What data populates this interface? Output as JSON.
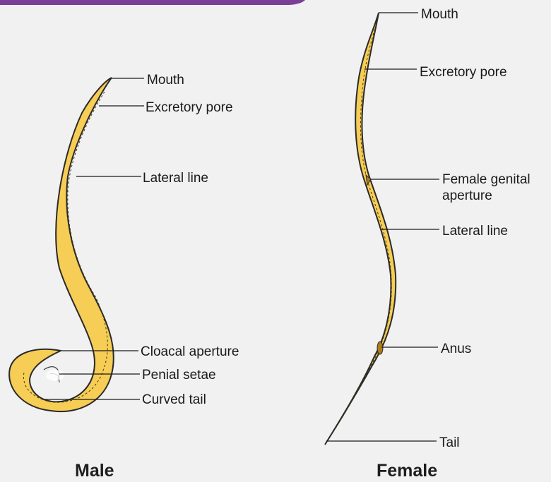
{
  "male": {
    "caption": "Male",
    "labels": {
      "mouth": "Mouth",
      "excretory_pore": "Excretory pore",
      "lateral_line": "Lateral line",
      "cloacal_aperture": "Cloacal aperture",
      "penial_setae": "Penial setae",
      "curved_tail": "Curved tail"
    }
  },
  "female": {
    "caption": "Female",
    "labels": {
      "mouth": "Mouth",
      "excretory_pore": "Excretory pore",
      "genital_aperture_line1": "Female genital",
      "genital_aperture_line2": "aperture",
      "lateral_line": "Lateral line",
      "anus": "Anus",
      "tail": "Tail"
    }
  },
  "colors": {
    "body": "#f6cd55",
    "outline": "#2a2a2a",
    "header_bar": "#7b3f98",
    "background": "#f1f1f1"
  }
}
